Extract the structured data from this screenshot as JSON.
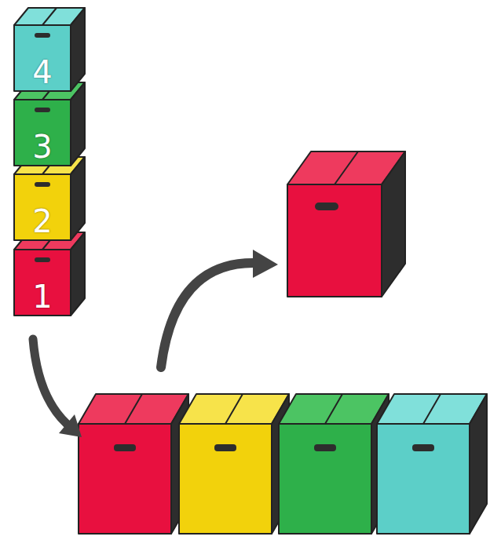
{
  "diagram": {
    "nodes": [
      {
        "text": [
          "4"
        ]
      },
      {
        "text": [
          "3"
        ]
      },
      {
        "text": [
          "2"
        ]
      },
      {
        "text": [
          "1"
        ]
      }
    ]
  }
}
